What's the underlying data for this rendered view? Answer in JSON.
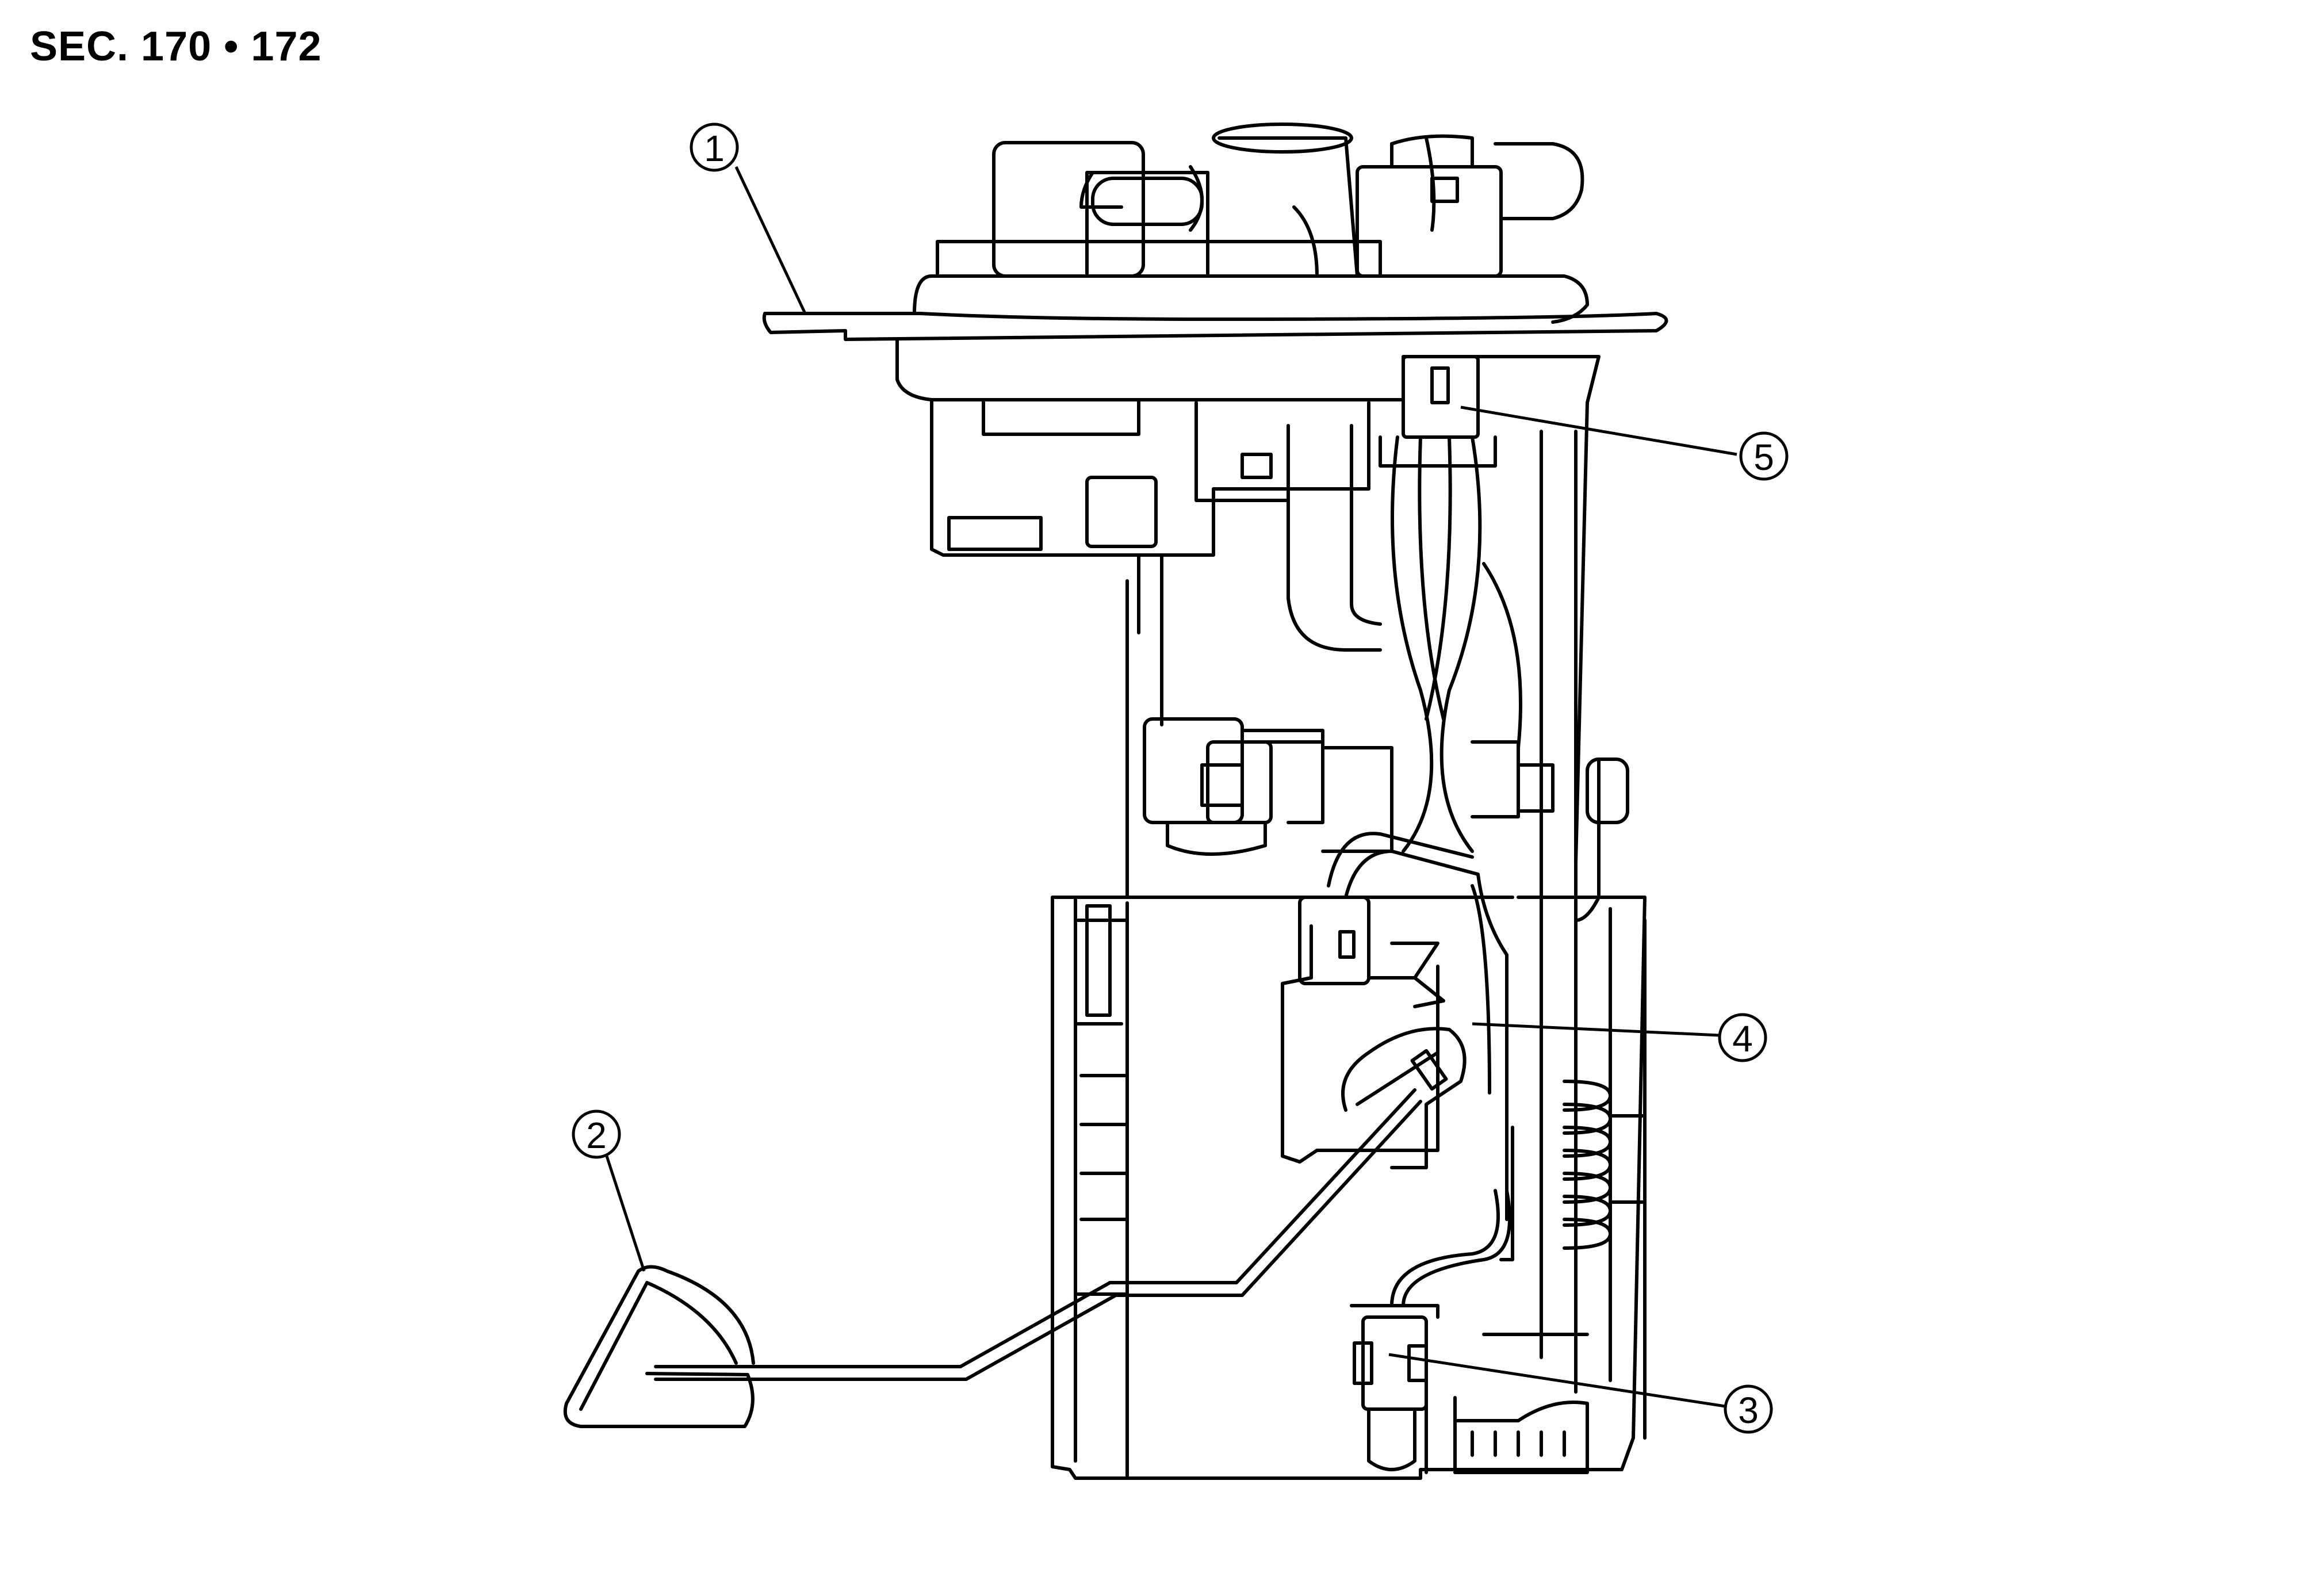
{
  "header": {
    "section_ref": "SEC. 170 • 172"
  },
  "callouts": [
    {
      "id": "callout-1",
      "number": "1"
    },
    {
      "id": "callout-2",
      "number": "2"
    },
    {
      "id": "callout-3",
      "number": "3"
    },
    {
      "id": "callout-4",
      "number": "4"
    },
    {
      "id": "callout-5",
      "number": "5"
    }
  ],
  "colors": {
    "line": "#000000",
    "background": "#ffffff"
  }
}
